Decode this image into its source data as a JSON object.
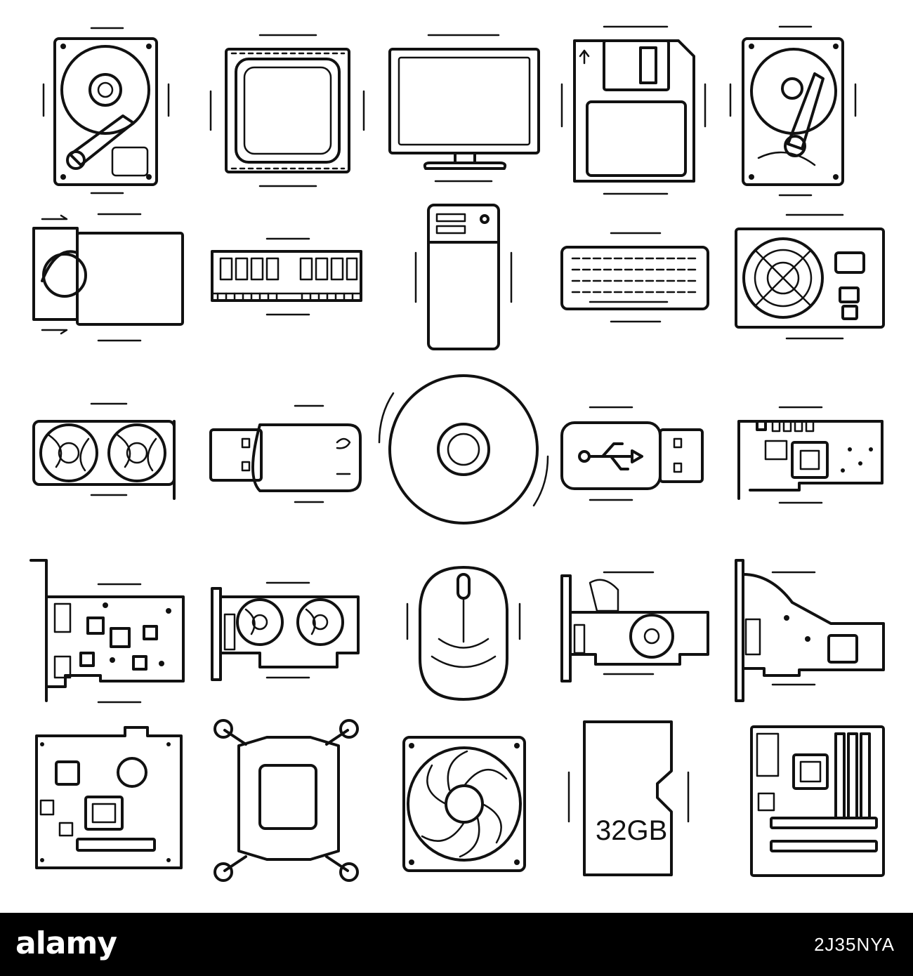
{
  "icons": [
    {
      "name": "hard-drive-icon"
    },
    {
      "name": "cpu-socket-icon"
    },
    {
      "name": "monitor-icon"
    },
    {
      "name": "floppy-disk-icon"
    },
    {
      "name": "hard-drive-open-icon"
    },
    {
      "name": "optical-drive-icon"
    },
    {
      "name": "ram-module-icon"
    },
    {
      "name": "pc-tower-icon"
    },
    {
      "name": "keyboard-icon"
    },
    {
      "name": "power-supply-icon"
    },
    {
      "name": "graphics-card-dual-fan-icon"
    },
    {
      "name": "usb-flash-drive-icon"
    },
    {
      "name": "compact-disc-icon"
    },
    {
      "name": "usb-stick-icon"
    },
    {
      "name": "expansion-card-icon"
    },
    {
      "name": "pci-card-icon"
    },
    {
      "name": "graphics-card-icon"
    },
    {
      "name": "computer-mouse-icon"
    },
    {
      "name": "low-profile-gpu-icon"
    },
    {
      "name": "network-card-icon"
    },
    {
      "name": "motherboard-small-icon"
    },
    {
      "name": "water-block-icon"
    },
    {
      "name": "case-fan-icon"
    },
    {
      "name": "micro-sd-card-icon"
    },
    {
      "name": "motherboard-icon"
    }
  ],
  "sd_card_label": "32GB",
  "footer": {
    "brand": "alamy",
    "image_id": "2J35NYA"
  },
  "colors": {
    "ink": "#111111",
    "background": "#ffffff",
    "footer_bg": "#000000",
    "footer_text": "#ffffff"
  }
}
